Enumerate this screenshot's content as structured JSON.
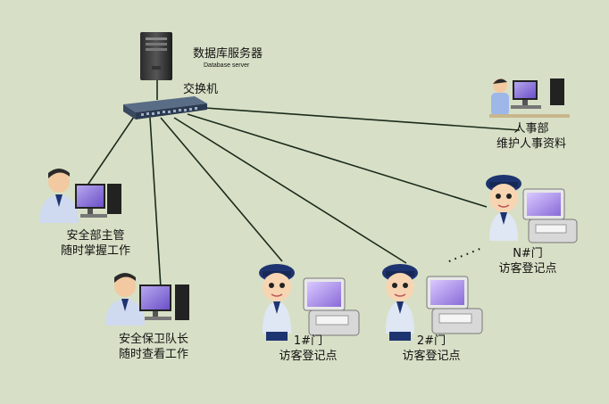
{
  "server": {
    "title": "数据库服务器",
    "subtitle": "Database server"
  },
  "switch": {
    "label": "交换机"
  },
  "hr": {
    "title": "人事部",
    "desc": "维护人事资料"
  },
  "security_head": {
    "title": "安全部主管",
    "desc": "随时掌握工作"
  },
  "guard_captain": {
    "title": "安全保卫队长",
    "desc": "随时查看工作"
  },
  "gate1": {
    "title": "1#门",
    "desc": "访客登记点"
  },
  "gate2": {
    "title": "2#门",
    "desc": "访客登记点"
  },
  "gateN": {
    "title": "N#门",
    "desc": "访客登记点"
  },
  "ellipsis": "......",
  "colors": {
    "background": "#d7e0c6",
    "line": "#1b2a1b",
    "screen": "#7a5fd0",
    "uniform": "#1e3470"
  }
}
